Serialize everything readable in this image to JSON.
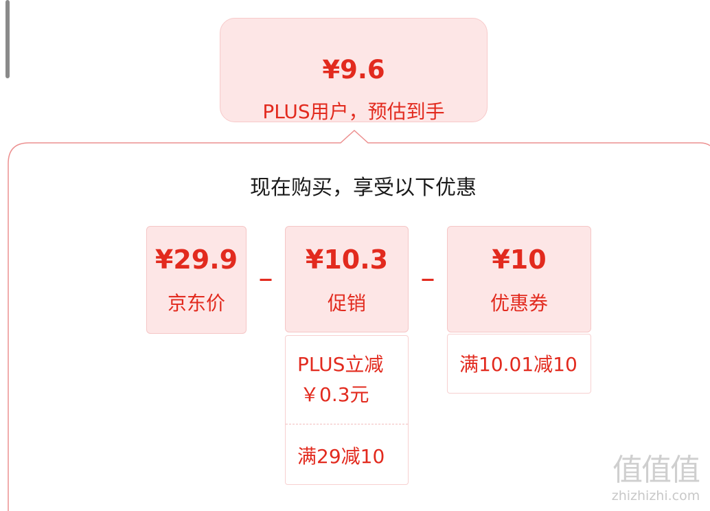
{
  "summary": {
    "price": "¥9.6",
    "subtitle": "PLUS用户，预估到手"
  },
  "card": {
    "title": "现在购买，享受以下优惠"
  },
  "breakdown": [
    {
      "price": "¥29.9",
      "label": "京东价"
    },
    {
      "price": "¥10.3",
      "label": "促销"
    },
    {
      "price": "¥10",
      "label": "优惠券"
    }
  ],
  "operators": [
    "_",
    "_"
  ],
  "promotions": [
    {
      "line1": "PLUS立减",
      "line2": "￥0.3元"
    },
    {
      "line1": "满29减10"
    }
  ],
  "coupons": [
    {
      "text": "满10.01减10"
    }
  ],
  "watermark": {
    "glyphs": "值值值",
    "domain": "zhizhizhi.com"
  },
  "colors": {
    "accent": "#e22a1e",
    "box_background": "#fde6e6",
    "border": "#f0a8a8"
  }
}
